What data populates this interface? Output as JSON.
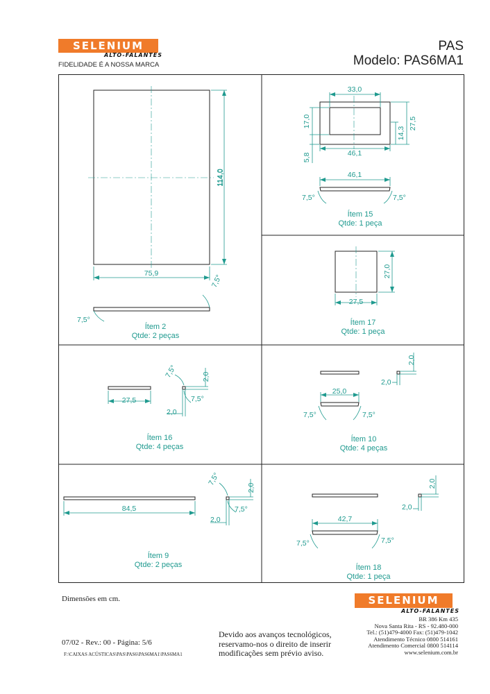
{
  "header": {
    "logo_text": "SELENIUM",
    "logo_subtext": "ALTO-FALANTES",
    "tagline": "FIDELIDADE É A NOSSA MARCA",
    "title": "PAS",
    "model": "Modelo: PAS6MA1"
  },
  "items": [
    {
      "label": "Ítem 2",
      "qty": "Qtde: 2 peças",
      "dims": {
        "width": "75,9",
        "height": "114,0",
        "angle_top": "7,5°",
        "angle_bottom": "7,5°"
      }
    },
    {
      "label": "Ítem 15",
      "qty": "Qtde: 1 peça",
      "dims": {
        "width_top": "33,0",
        "height_left": "17,0",
        "offset_left": "5,8",
        "height_right": "27,5",
        "height_right_inner": "14,3",
        "width_bottom": "46,1",
        "width_side": "46,1",
        "angle_left": "7,5°",
        "angle_right": "7,5°"
      }
    },
    {
      "label": "Ítem 17",
      "qty": "Qtde: 1 peça",
      "dims": {
        "width": "27,5",
        "height": "27,0"
      }
    },
    {
      "label": "Ítem 16",
      "qty": "Qtde: 4 peças",
      "dims": {
        "length": "27,5",
        "height": "2,0",
        "thickness": "2,0",
        "angle_top": "7,5°",
        "angle_bottom": "7,5°"
      }
    },
    {
      "label": "Ítem 10",
      "qty": "Qtde: 4 peças",
      "dims": {
        "length": "25,0",
        "height": "2,0",
        "thickness": "2,0",
        "angle_left": "7,5°",
        "angle_right": "7,5°"
      }
    },
    {
      "label": "Ítem 9",
      "qty": "Qtde: 2 peças",
      "dims": {
        "length": "84,5",
        "height": "2,0",
        "thickness": "2,0",
        "angle_top": "7,5°",
        "angle_bottom": "7,5°"
      }
    },
    {
      "label": "Ítem 18",
      "qty": "Qtde: 1 peça",
      "dims": {
        "length": "42,7",
        "height": "2,0",
        "thickness": "2,0",
        "angle_left": "7,5°",
        "angle_right": "7,5°"
      }
    }
  ],
  "footer": {
    "units_note": "Dimensões em cm.",
    "revision": "07/02 - Rev.: 00 - Página: 5/6",
    "path": "F:\\CAIXAS ACÚSTICAS\\PAS\\PAS6\\PAS6MA1\\PAS6MA1",
    "disclaimer": [
      "Devido aos avanços tecnológicos,",
      "reservamo-nos o direito de inserir",
      "modificações sem prévio aviso."
    ],
    "address": [
      "BR 386 Km 435",
      "Nova Santa Rita - RS - 92.480-000",
      "Tel.: (51)479-4000  Fax: (51)479-1042",
      "Atendimento Técnico 0800 514161",
      "Atendimento Comercial 0800 514114",
      "www.selenium.com.br"
    ]
  },
  "colors": {
    "logo_orange": "#f07b2a",
    "dimension_teal": "#1f9a8f",
    "line": "#222222"
  }
}
